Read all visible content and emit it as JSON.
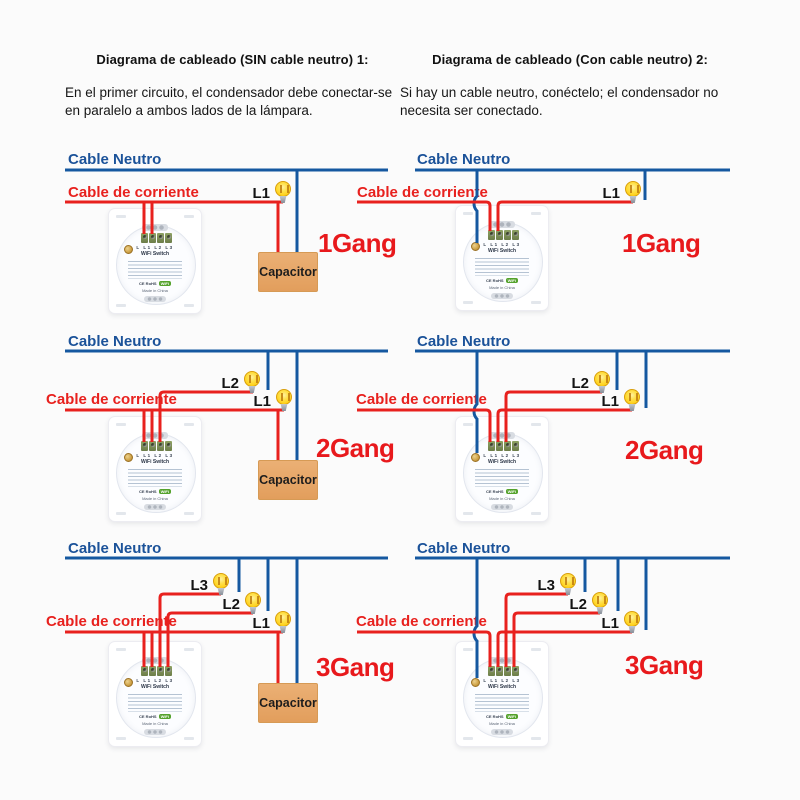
{
  "columns": [
    {
      "title": "Diagrama de cableado (SIN cable neutro) 1:",
      "subtitle": "En el primer circuito, el condensador debe conectar-se en paralelo a ambos lados de la lámpara."
    },
    {
      "title": "Diagrama de cableado (Con cable neutro) 2:",
      "subtitle": "Si hay un cable neutro, conéctelo; el condensador no necesita ser conectado."
    }
  ],
  "labels": {
    "neutral": "Cable Neutro",
    "live": "Cable de corriente",
    "capacitor": "Capacitor"
  },
  "gangs": {
    "g1": "1Gang",
    "g2": "2Gang",
    "g3": "3Gang"
  },
  "lamps": {
    "l1": "L1",
    "l2": "L2",
    "l3": "L3"
  },
  "device": {
    "terminals": "L L1 L2 L3",
    "name": "WiFi Switch",
    "cert": "CE RoHS",
    "wifi_badge": "WiFi",
    "origin": "Made in China"
  },
  "colors": {
    "wire_red": "#e8211e",
    "wire_blue": "#1558a0",
    "neutral_label_blue": "#1b5299",
    "gang_red": "#e8191c",
    "bulb_yellow": "#ffd21e",
    "capacitor_tan": "#e5a566",
    "background": "#fbfbfb"
  }
}
